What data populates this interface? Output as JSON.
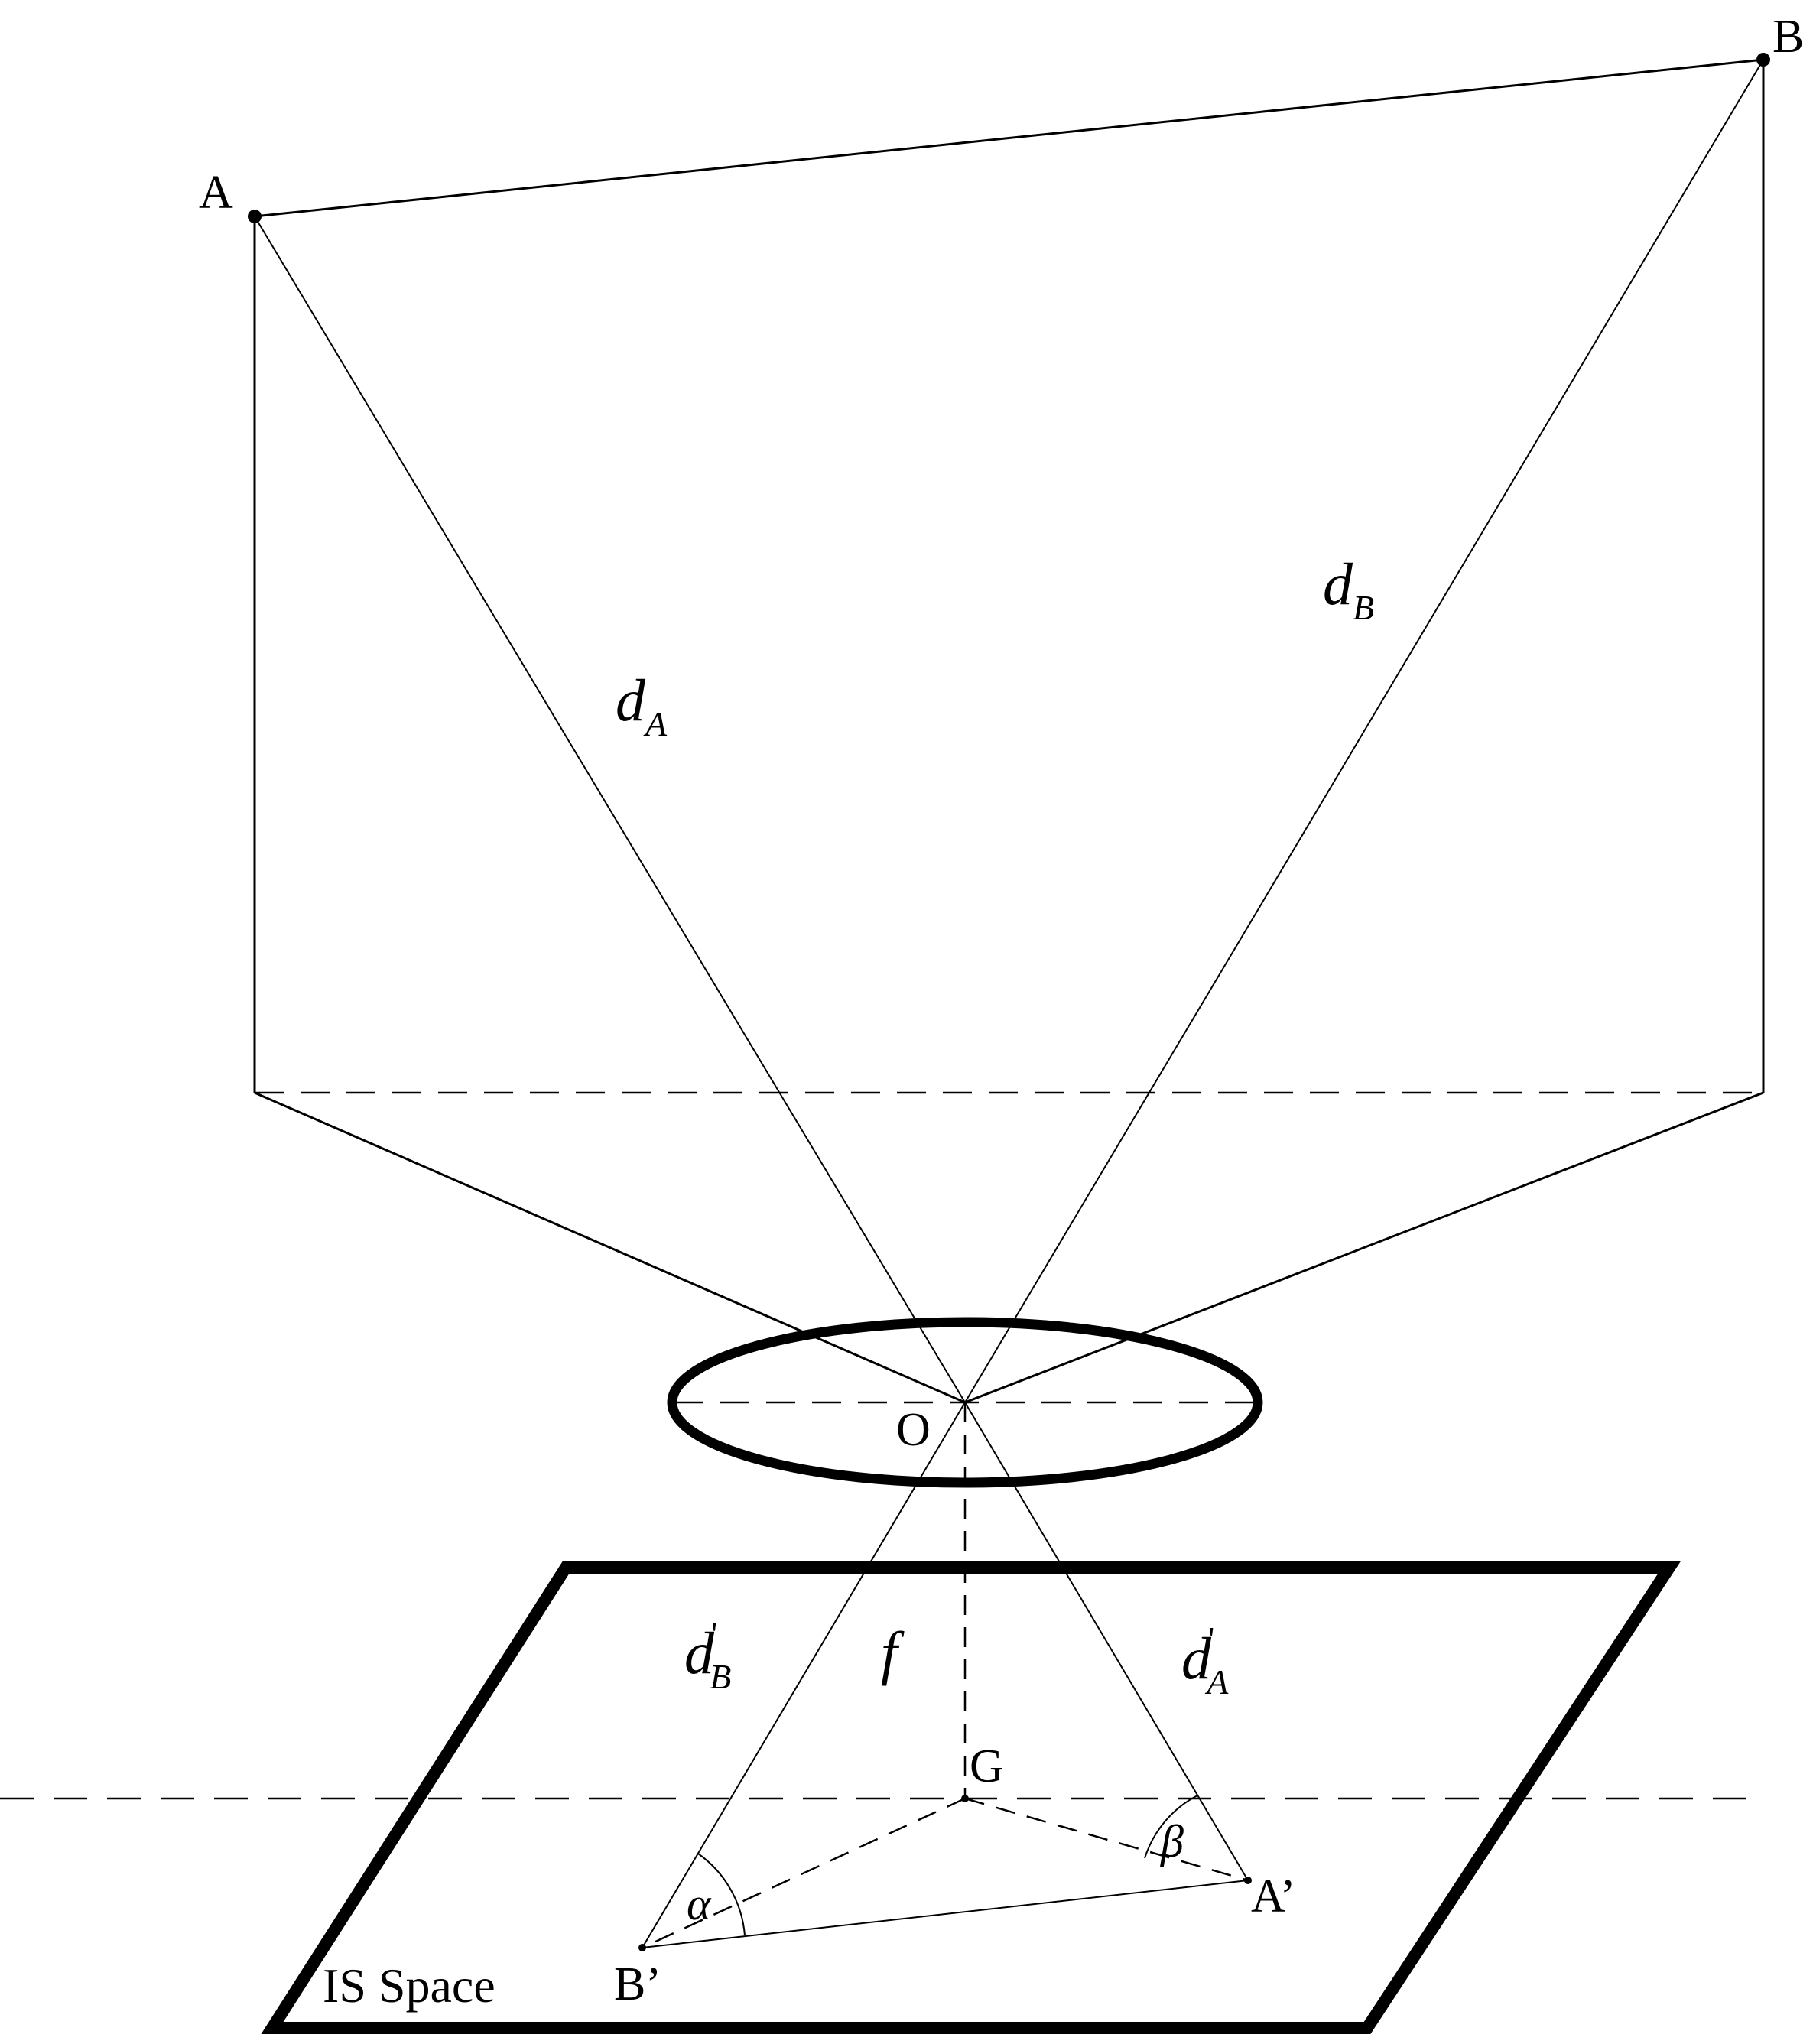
{
  "points": {
    "A": "A",
    "B": "B",
    "O": "O",
    "G": "G",
    "A_prime": "A’",
    "B_prime": "B’"
  },
  "distances": {
    "dA": {
      "symbol": "d",
      "sub": "A"
    },
    "dB": {
      "symbol": "d",
      "sub": "B"
    },
    "dA_prime": {
      "symbol": "d",
      "sub": "A",
      "prime": "'"
    },
    "dB_prime": {
      "symbol": "d",
      "sub": "B",
      "prime": "'"
    },
    "focal": "f"
  },
  "angles": {
    "alpha": "α",
    "beta": "β"
  },
  "plane_label": "IS Space"
}
